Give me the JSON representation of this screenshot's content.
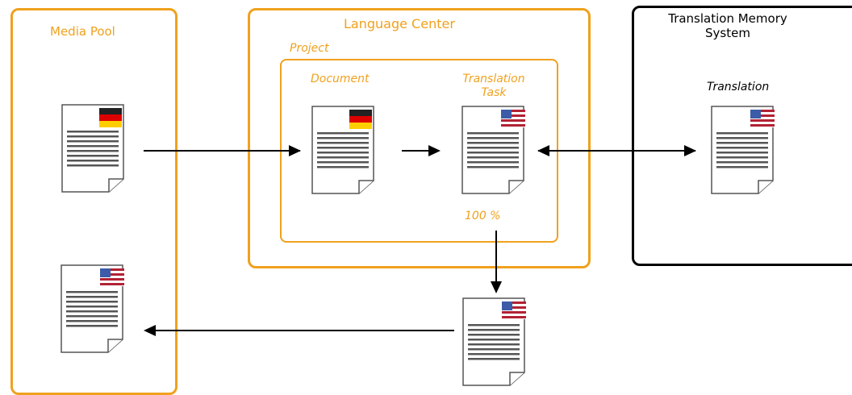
{
  "colors": {
    "accent": "#F0A11E",
    "black_border": "#000000",
    "arrow": "#000000"
  },
  "media_pool": {
    "title": "Media Pool"
  },
  "language_center": {
    "title": "Language Center"
  },
  "project": {
    "label": "Project",
    "document_label": "Document",
    "translation_task_label_line1": "Translation",
    "translation_task_label_line2": "Task",
    "progress_text": "100 %"
  },
  "tm_system": {
    "title_line1": "Translation Memory",
    "title_line2": "System",
    "translation_label": "Translation"
  },
  "documents": [
    {
      "id": "media-source",
      "flag": "german-flag-icon"
    },
    {
      "id": "project-document",
      "flag": "german-flag-icon"
    },
    {
      "id": "translation-task",
      "flag": "us-flag-icon"
    },
    {
      "id": "tm-translation",
      "flag": "us-flag-icon"
    },
    {
      "id": "completed-translation",
      "flag": "us-flag-icon"
    },
    {
      "id": "media-translated",
      "flag": "us-flag-icon"
    }
  ]
}
